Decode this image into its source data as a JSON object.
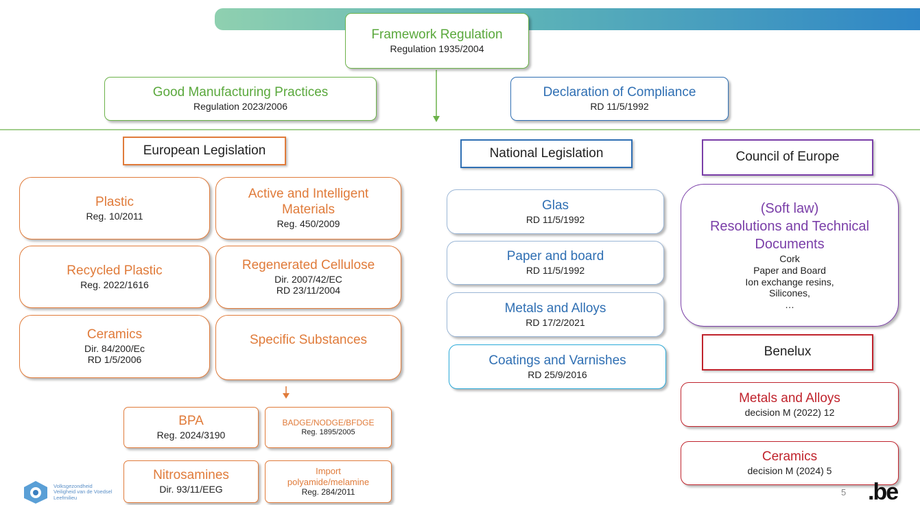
{
  "framework": {
    "title": "Framework Regulation",
    "sub": "Regulation 1935/2004"
  },
  "gmp": {
    "title": "Good Manufacturing Practices",
    "sub": "Regulation 2023/2006"
  },
  "doc": {
    "title": "Declaration of Compliance",
    "sub": "RD 11/5/1992"
  },
  "headers": {
    "european": "European Legislation",
    "national": "National Legislation",
    "council": "Council of Europe",
    "benelux": "Benelux"
  },
  "european": {
    "plastic": {
      "title": "Plastic",
      "sub": "Reg. 10/2011"
    },
    "active": {
      "title": "Active and Intelligent Materials",
      "sub": "Reg. 450/2009"
    },
    "recycled": {
      "title": "Recycled Plastic",
      "sub": "Reg. 2022/1616"
    },
    "cellulose": {
      "title": "Regenerated Cellulose",
      "sub1": "Dir. 2007/42/EC",
      "sub2": "RD 23/11/2004"
    },
    "ceramics": {
      "title": "Ceramics",
      "sub1": "Dir. 84/200/Ec",
      "sub2": "RD 1/5/2006"
    },
    "specific": {
      "title": "Specific Substances"
    },
    "bpa": {
      "title": "BPA",
      "sub": "Reg. 2024/3190"
    },
    "badge": {
      "title": "BADGE/NODGE/BFDGE",
      "sub": "Reg. 1895/2005"
    },
    "nitro": {
      "title": "Nitrosamines",
      "sub": "Dir. 93/11/EEG"
    },
    "import": {
      "title1": "Import",
      "title2": "polyamide/melamine",
      "sub": "Reg. 284/2011"
    }
  },
  "national": {
    "glas": {
      "title": "Glas",
      "sub": "RD 11/5/1992"
    },
    "paper": {
      "title": "Paper and board",
      "sub": "RD 11/5/1992"
    },
    "metals": {
      "title": "Metals and Alloys",
      "sub": "RD 17/2/2021"
    },
    "coatings": {
      "title": "Coatings and Varnishes",
      "sub": "RD 25/9/2016"
    }
  },
  "council": {
    "title1": "(Soft law)",
    "title2": "Resolutions and Technical Documents",
    "items": [
      "Cork",
      "Paper and Board",
      "Ion exchange resins,",
      "Silicones,",
      "…"
    ]
  },
  "benelux": {
    "metals": {
      "title": "Metals and Alloys",
      "sub": "decision M (2022) 12"
    },
    "ceramics": {
      "title": "Ceramics",
      "sub": "decision M (2024) 5"
    }
  },
  "footer": {
    "logo_lines": [
      "Volksgezondheid",
      "Veiligheid van de Voedsel",
      "Leefmilieu"
    ],
    "page": "5",
    "be_logo": ".be"
  },
  "colors": {
    "green": "#5aa83c",
    "blue": "#2f6fb3",
    "orange": "#e07b3a",
    "purple": "#7a3ea8",
    "red": "#c0232c"
  }
}
